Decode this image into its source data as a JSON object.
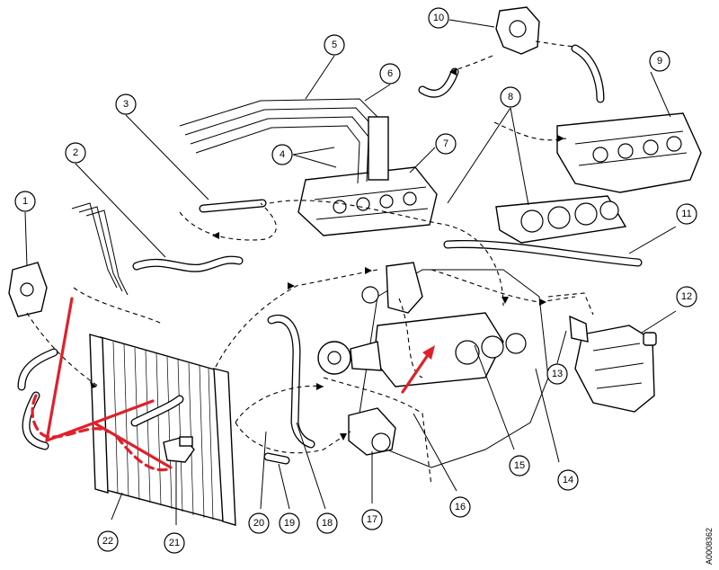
{
  "callouts": [
    {
      "id": "1",
      "label": "1"
    },
    {
      "id": "2",
      "label": "2"
    },
    {
      "id": "3",
      "label": "3"
    },
    {
      "id": "4",
      "label": "4"
    },
    {
      "id": "5",
      "label": "5"
    },
    {
      "id": "6",
      "label": "6"
    },
    {
      "id": "7",
      "label": "7"
    },
    {
      "id": "8",
      "label": "8"
    },
    {
      "id": "9",
      "label": "9"
    },
    {
      "id": "10",
      "label": "10"
    },
    {
      "id": "11",
      "label": "11"
    },
    {
      "id": "12",
      "label": "12"
    },
    {
      "id": "13",
      "label": "13"
    },
    {
      "id": "14",
      "label": "14"
    },
    {
      "id": "15",
      "label": "15"
    },
    {
      "id": "16",
      "label": "16"
    },
    {
      "id": "17",
      "label": "17"
    },
    {
      "id": "18",
      "label": "18"
    },
    {
      "id": "19",
      "label": "19"
    },
    {
      "id": "20",
      "label": "20"
    },
    {
      "id": "21",
      "label": "21"
    },
    {
      "id": "22",
      "label": "22"
    }
  ],
  "reference_code": "A0008362",
  "colors": {
    "line": "#000000",
    "background": "#ffffff",
    "annotation_red": "#e0202a"
  }
}
